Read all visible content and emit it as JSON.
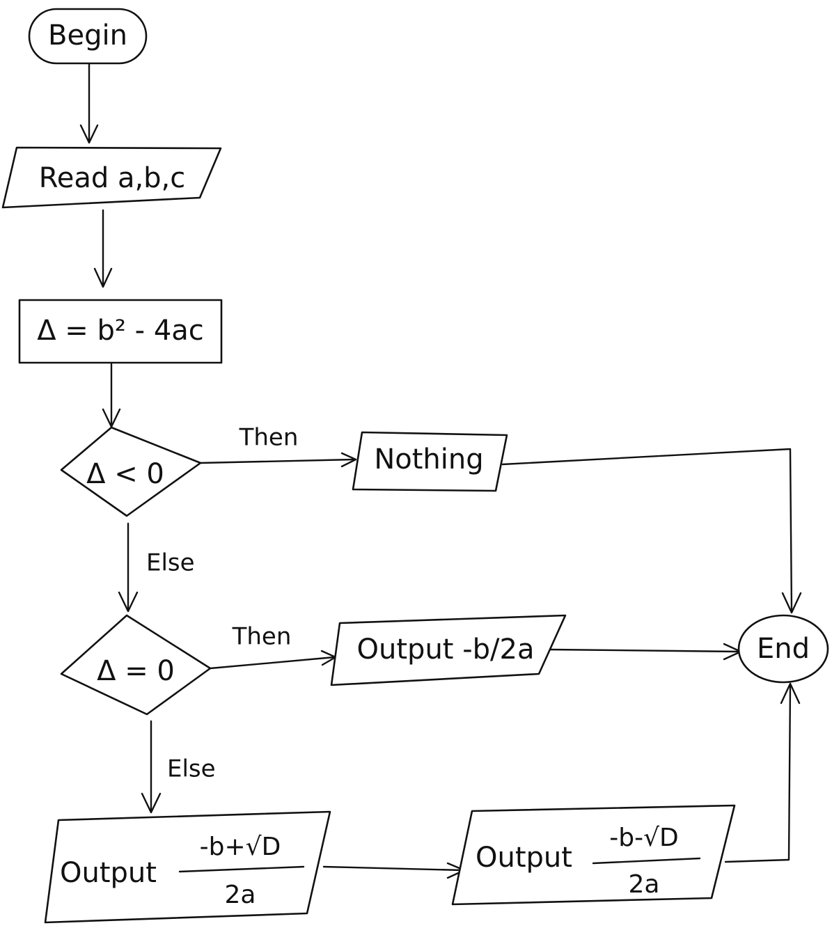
{
  "nodes": {
    "begin": "Begin",
    "read": "Read a,b,c",
    "compute": "Δ = b² - 4ac",
    "decision1": "Δ < 0",
    "nothing": "Nothing",
    "decision2": "Δ = 0",
    "output_single": "Output -b/2a",
    "output_plus": {
      "prefix": "Output",
      "numerator": "-b+√D",
      "denominator": "2a"
    },
    "output_minus": {
      "prefix": "Output",
      "numerator": "-b-√D",
      "denominator": "2a"
    },
    "end": "End"
  },
  "edges": {
    "then_1": "Then",
    "else_1": "Else",
    "then_2": "Then",
    "else_2": "Else"
  }
}
